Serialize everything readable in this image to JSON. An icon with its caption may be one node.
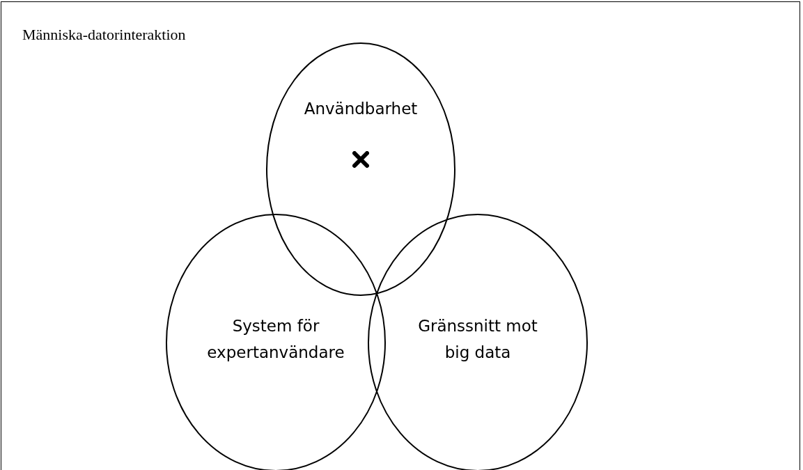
{
  "diagram": {
    "nodes": [
      {
        "text": [
          "Människa-datorinteraktion"
        ]
      },
      {
        "text": [
          "Användbarhet"
        ],
        "in": 0
      },
      {
        "text": [
          "System för expertanvändare"
        ],
        "in": 0
      },
      {
        "text": [
          "Gränssnitt mot big data"
        ],
        "in": 0
      }
    ]
  }
}
